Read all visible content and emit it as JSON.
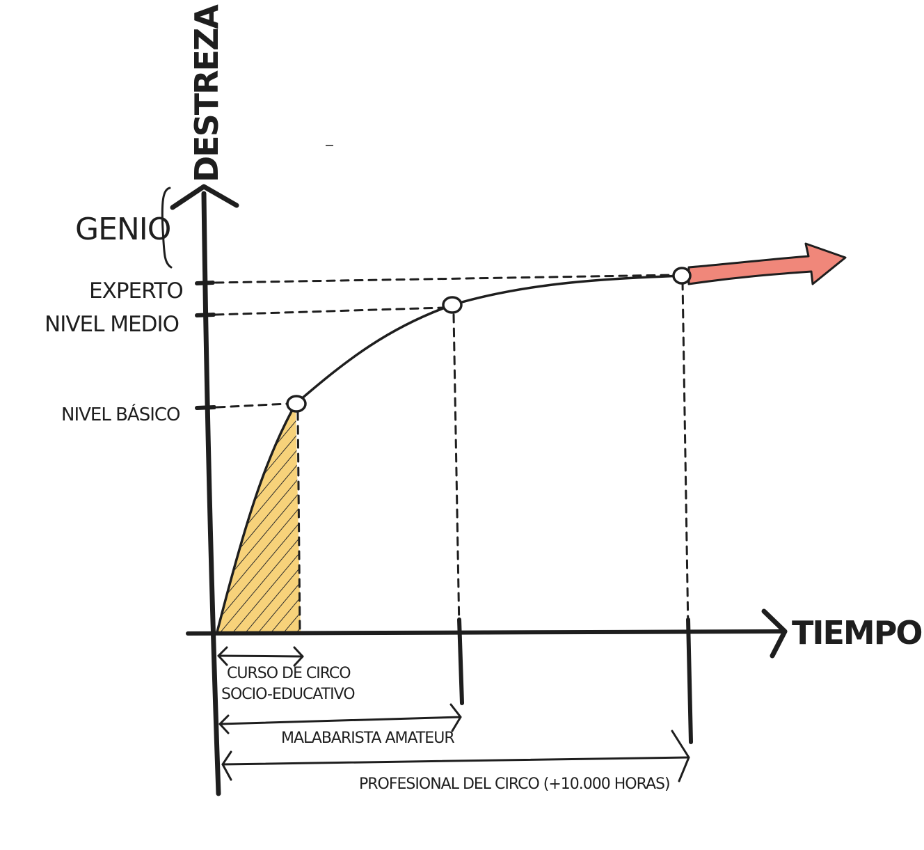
{
  "diagram": {
    "y_axis_label": "DESTREZA",
    "x_axis_label": "TIEMPO",
    "levels": {
      "genio": "GENIO",
      "experto": "EXPERTO",
      "nivel_medio": "NIVEL MEDIO",
      "nivel_basico": "NIVEL BÁSICO"
    },
    "spans": {
      "curso_line1": "CURSO DE CIRCO",
      "curso_line2": "SOCIO-EDUCATIVO",
      "amateur": "MALABARISTA AMATEUR",
      "profesional": "PROFESIONAL DEL CIRCO (+10.000 HORAS)"
    },
    "colors": {
      "ink": "#1e1e1e",
      "shaded_area": "#f7d27a",
      "arrow": "#f0877a"
    }
  }
}
